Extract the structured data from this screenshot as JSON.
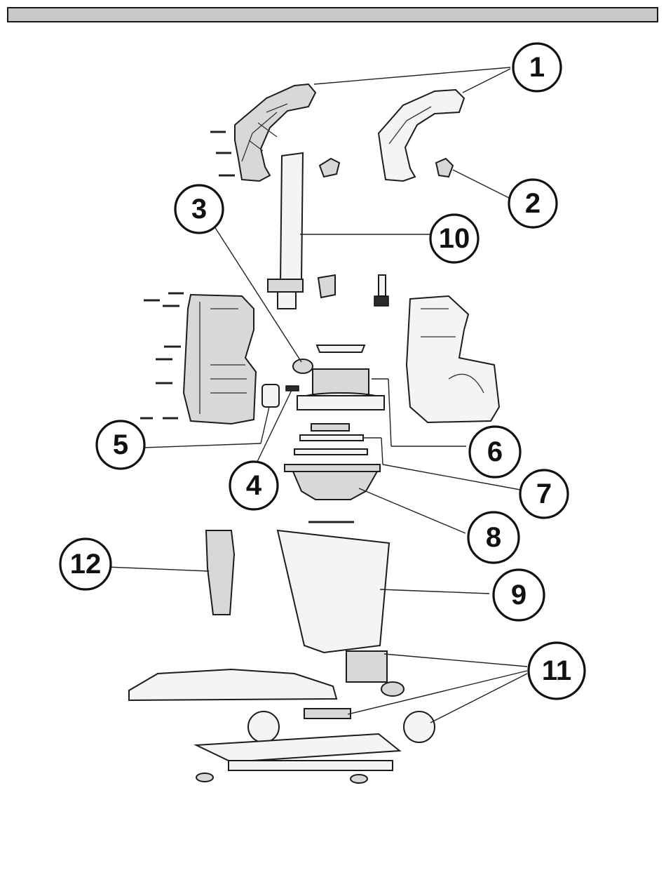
{
  "header": {
    "title": ""
  },
  "callouts": [
    {
      "id": "callout-1",
      "label": "1"
    },
    {
      "id": "callout-2",
      "label": "2"
    },
    {
      "id": "callout-3",
      "label": "3"
    },
    {
      "id": "callout-4",
      "label": "4"
    },
    {
      "id": "callout-5",
      "label": "5"
    },
    {
      "id": "callout-6",
      "label": "6"
    },
    {
      "id": "callout-7",
      "label": "7"
    },
    {
      "id": "callout-8",
      "label": "8"
    },
    {
      "id": "callout-9",
      "label": "9"
    },
    {
      "id": "callout-10",
      "label": "10"
    },
    {
      "id": "callout-11",
      "label": "11"
    },
    {
      "id": "callout-12",
      "label": "12"
    }
  ]
}
